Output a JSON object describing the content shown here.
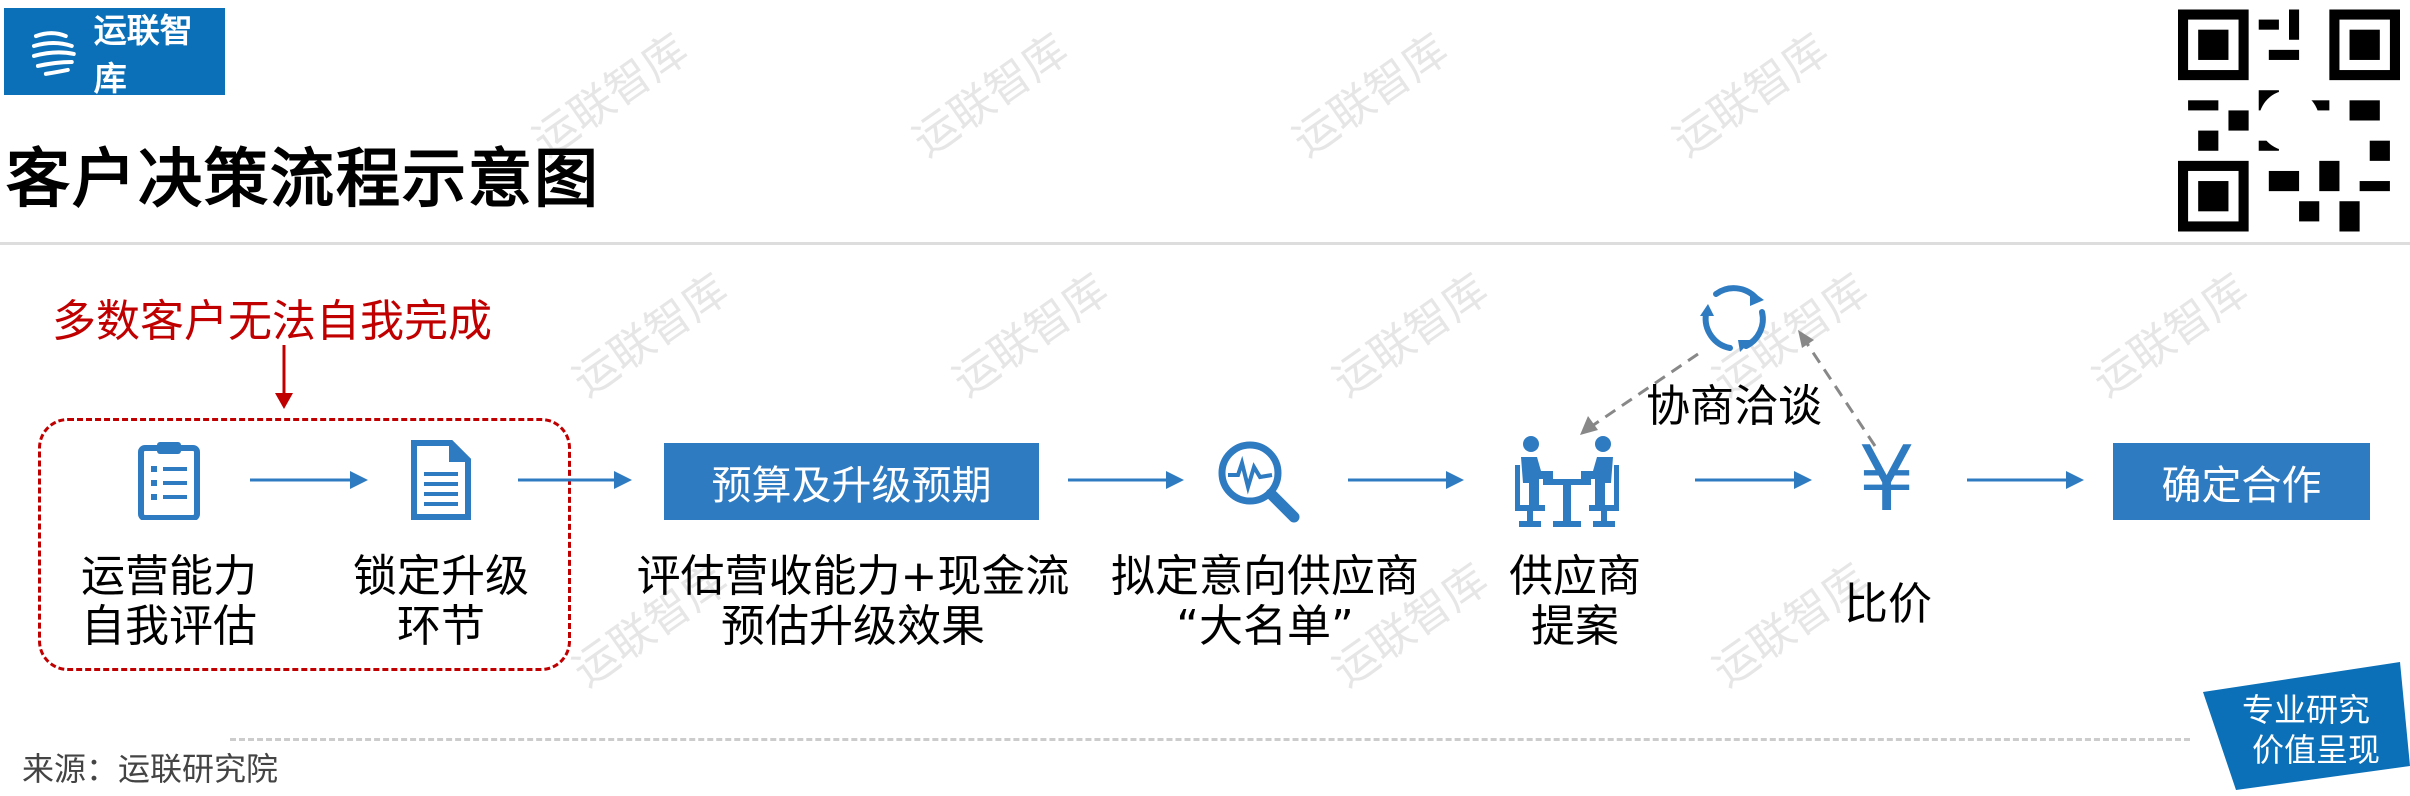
{
  "header": {
    "logo_text": "运联智库",
    "title": "客户决策流程示意图"
  },
  "note": "多数客户无法自我完成",
  "steps": [
    {
      "icon": "clipboard-icon",
      "label_lines": [
        "运营能力",
        "自我评估"
      ]
    },
    {
      "icon": "document-icon",
      "label_lines": [
        "锁定升级",
        "环节"
      ]
    },
    {
      "box_label": "预算及升级预期",
      "label_lines": [
        "评估营收能力+现金流",
        "预估升级效果"
      ]
    },
    {
      "icon": "magnifier-pulse-icon",
      "label_lines": [
        "拟定意向供应商",
        "“大名单”"
      ]
    },
    {
      "icon": "meeting-icon",
      "label_lines": [
        "供应商",
        "提案"
      ]
    },
    {
      "icon": "yen-icon",
      "label_lines": [
        "比价"
      ]
    },
    {
      "box_label": "确定合作"
    }
  ],
  "negotiation": {
    "icon": "cycle-icon",
    "label": "协商洽谈"
  },
  "footer": {
    "source": "来源：运联研究院",
    "badge_lines": [
      "专业研究",
      "价值呈现"
    ]
  },
  "watermark": "运联智库",
  "colors": {
    "accent": "#2f7bc1",
    "brand": "#0b70b8",
    "note_red": "#c00000",
    "dashed_gray": "#888888"
  }
}
